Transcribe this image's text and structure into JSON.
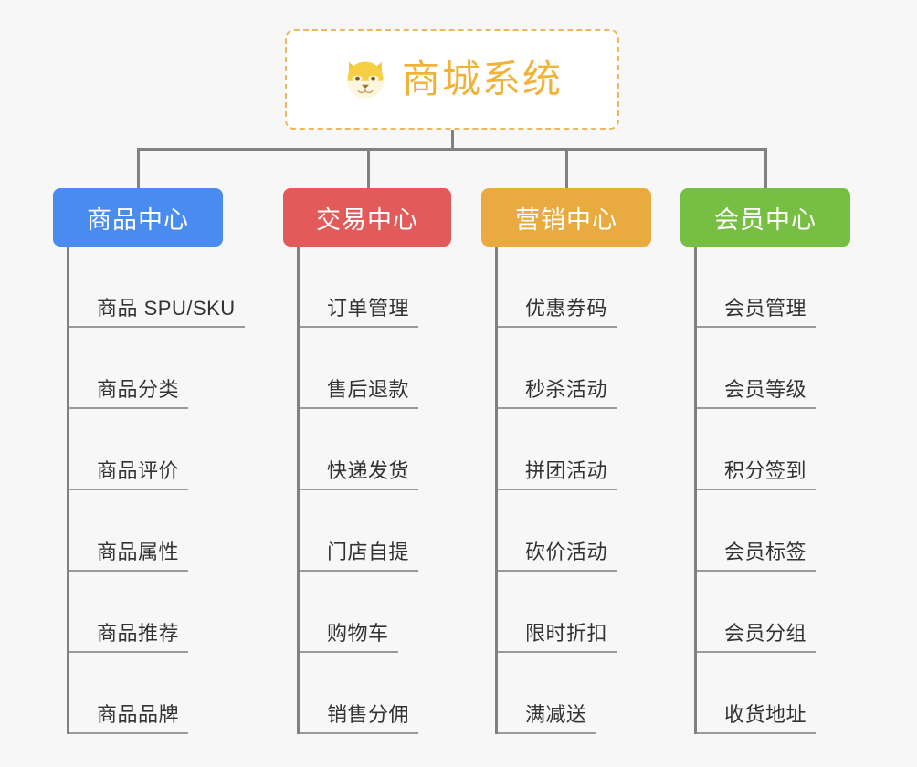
{
  "root": {
    "title": "商城系统",
    "icon": "shiba-dog-face-icon",
    "text_color": "#f0b239",
    "border_color": "#edb761",
    "background": "#ffffff"
  },
  "canvas": {
    "background": "#f7f7f7",
    "connector_color": "#808080",
    "leaf_rule_color": "#9a9a9a",
    "leaf_text_color": "#333333"
  },
  "branches": [
    {
      "label": "商品中心",
      "color": "#4a8bf0",
      "items": [
        "商品 SPU/SKU",
        "商品分类",
        "商品评价",
        "商品属性",
        "商品推荐",
        "商品品牌"
      ]
    },
    {
      "label": "交易中心",
      "color": "#e25a59",
      "items": [
        "订单管理",
        "售后退款",
        "快递发货",
        "门店自提",
        "购物车",
        "销售分佣"
      ]
    },
    {
      "label": "营销中心",
      "color": "#e9ab3f",
      "items": [
        "优惠券码",
        "秒杀活动",
        "拼团活动",
        "砍价活动",
        "限时折扣",
        "满减送"
      ]
    },
    {
      "label": "会员中心",
      "color": "#76bf43",
      "items": [
        "会员管理",
        "会员等级",
        "积分签到",
        "会员标签",
        "会员分组",
        "收货地址"
      ]
    }
  ]
}
